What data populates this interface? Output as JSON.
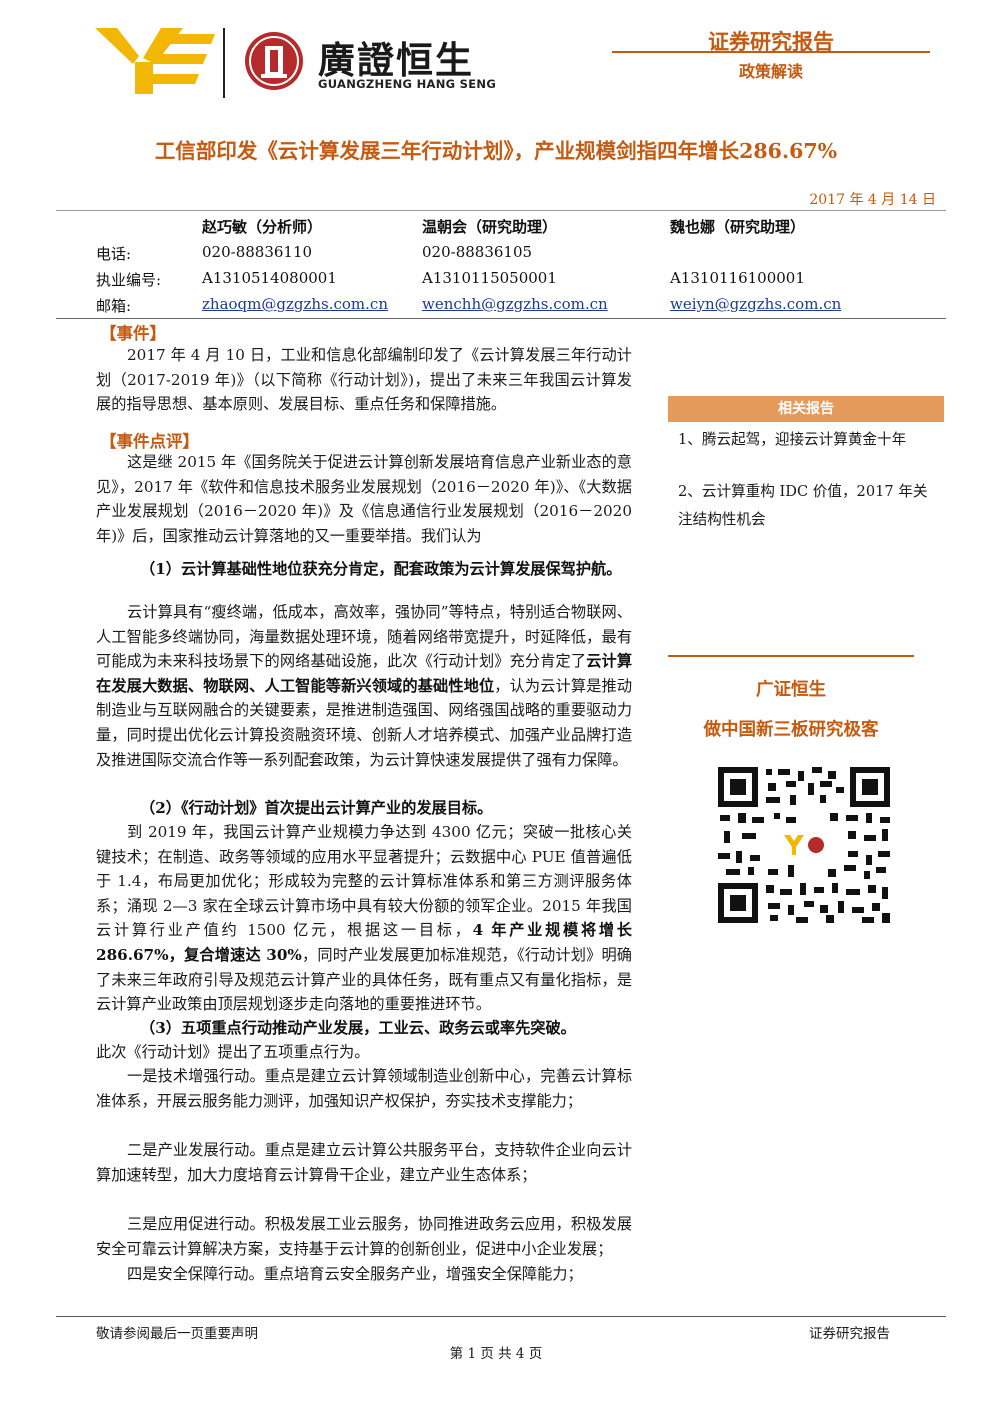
{
  "header": {
    "brand_cn": "廣證恒生",
    "brand_en": "GUANGZHENG HANG SENG",
    "report_type": "证券研究报告",
    "report_subtype": "政策解读"
  },
  "title": "工信部印发《云计算发展三年行动计划》，产业规模剑指四年增长286.67%",
  "date": "2017 年 4 月 14 日",
  "analysts": {
    "labels": {
      "phone": "电话:",
      "license": "执业编号:",
      "email": "邮箱:"
    },
    "people": [
      {
        "name": "赵巧敏（分析师）",
        "phone": "020-88836110",
        "license": "A1310514080001",
        "email": "zhaoqm@gzgzhs.com.cn"
      },
      {
        "name": "温朝会（研究助理）",
        "phone": "020-88836105",
        "license": "A1310115050001",
        "email": "wenchh@gzgzhs.com.cn"
      },
      {
        "name": "魏也娜（研究助理）",
        "phone": "",
        "license": "A1310116100001",
        "email": "weiyn@gzgzhs.com.cn"
      }
    ]
  },
  "body": {
    "event_title": "【事件】",
    "event_text": "2017 年 4 月 10 日，工业和信息化部编制印发了《云计算发展三年行动计划（2017-2019 年)》（以下简称《行动计划》)，提出了未来三年我国云计算发展的指导思想、基本原则、发展目标、重点任务和保障措施。",
    "comment_title": "【事件点评】",
    "comment_text": "这是继 2015 年《国务院关于促进云计算创新发展培育信息产业新业态的意见》，2017 年《软件和信息技术服务业发展规划（2016－2020 年)》、《大数据产业发展规划（2016－2020 年)》及《信息通信行业发展规划（2016－2020 年)》后，国家推动云计算落地的又一重要举措。我们认为",
    "point1_title": "（1）云计算基础性地位获充分肯定，配套政策为云计算发展保驾护航。",
    "point1_a": "云计算具有“瘦终端，低成本，高效率，强协同”等特点，特别适合物联网、人工智能多终端协同，海量数据处理环境，随着网络带宽提升，时延降低，最有可能成为未来科技场景下的网络基础设施，此次《行动计划》充分肯定了",
    "point1_bold": "云计算在发展大数据、物联网、人工智能等新兴领域的基础性地位",
    "point1_b": "，认为云计算是推动制造业与互联网融合的关键要素，是推进制造强国、网络强国战略的重要驱动力量，同时提出优化云计算投资融资环境、创新人才培养模式、加强产业品牌打造及推进国际交流合作等一系列配套政策，为云计算快速发展提供了强有力保障。",
    "point2_title": "（2）《行动计划》首次提出云计算产业的发展目标。",
    "point2_a": "到 2019 年，我国云计算产业规模力争达到 4300 亿元；突破一批核心关键技术；在制造、政务等领域的应用水平显著提升；云数据中心 PUE 值普遍低于 1.4，布局更加优化；形成较为完整的云计算标准体系和第三方测评服务体系；涌现 2—3 家在全球云计算市场中具有较大份额的领军企业。2015 年我国云计算行业产值约 1500 亿元，根据这一目标，",
    "point2_bold": "4 年产业规模将增长 286.67%，复合增速达 30%",
    "point2_b": "，同时产业发展更加标准规范，《行动计划》明确了未来三年政府引导及规范云计算产业的具体任务，既有重点又有量化指标，是云计算产业政策由顶层规划逐步走向落地的重要推进环节。",
    "point3_title": "（3）五项重点行动推动产业发展，工业云、政务云或率先突破。",
    "point3_intro": "此次《行动计划》提出了五项重点行为。",
    "action1": "一是技术增强行动。重点是建立云计算领域制造业创新中心，完善云计算标准体系，开展云服务能力测评，加强知识产权保护，夯实技术支撑能力；",
    "action2": "二是产业发展行动。重点是建立云计算公共服务平台，支持软件企业向云计算加速转型，加大力度培育云计算骨干企业，建立产业生态体系；",
    "action3": "三是应用促进行动。积极发展工业云服务，协同推进政务云应用，积极发展安全可靠云计算解决方案，支持基于云计算的创新创业，促进中小企业发展；",
    "action4": "四是安全保障行动。重点培育云安全服务产业，增强安全保障能力；"
  },
  "sidebar": {
    "related_title": "相关报告",
    "related": [
      "1、腾云起驾，迎接云计算黄金十年",
      "2、云计算重构 IDC 价值，2017 年关注结构性机会"
    ],
    "brand": "广证恒生",
    "slogan": "做中国新三板研究极客"
  },
  "footer": {
    "disclaimer": "敬请参阅最后一页重要声明",
    "report_type": "证券研究报告",
    "page": "第 1 页 共 4 页"
  },
  "colors": {
    "accent": "#c55a11",
    "related_bar": "#e59a5c",
    "logo_yellow": "#f2b705",
    "logo_red": "#b52a2a"
  }
}
